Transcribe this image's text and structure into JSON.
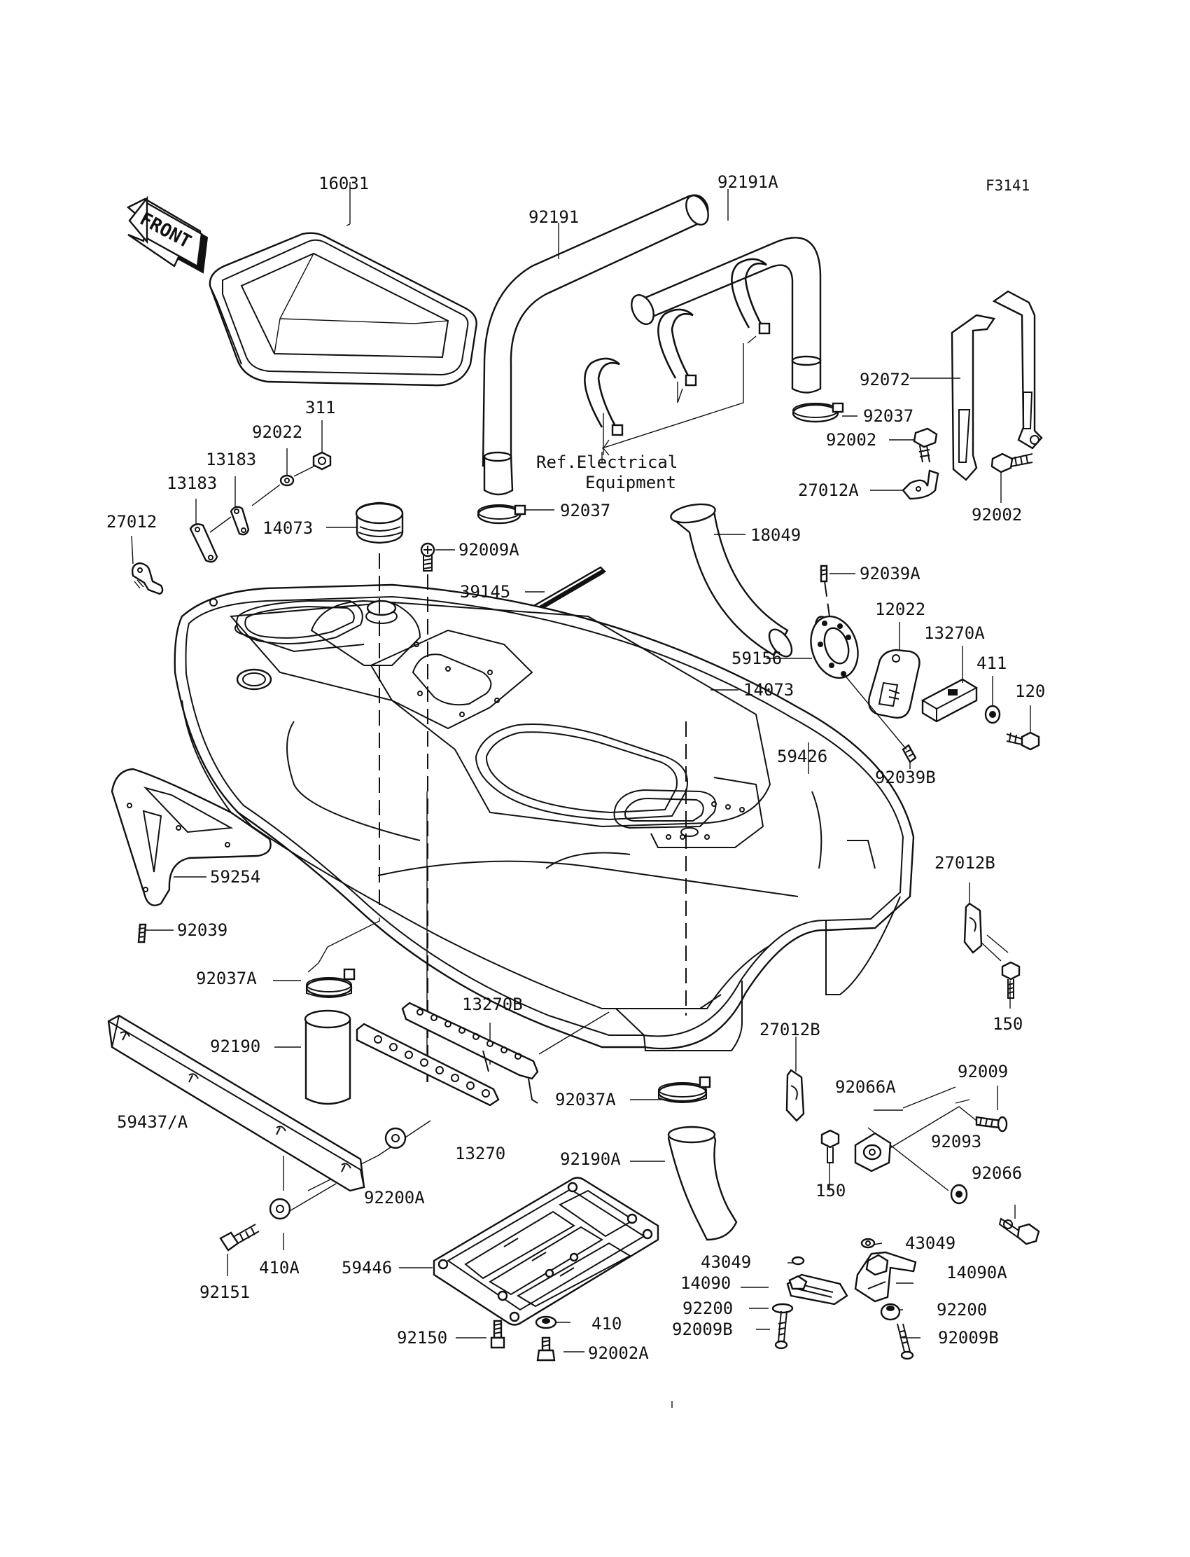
{
  "figure_code": "F3141",
  "front_label": "FRONT",
  "ref_note": [
    "Ref.Electrical",
    "Equipment"
  ],
  "labels": [
    {
      "id": "l16031",
      "text": "16031"
    },
    {
      "id": "l92191a",
      "text": "92191A"
    },
    {
      "id": "l92191",
      "text": "92191"
    },
    {
      "id": "l92072",
      "text": "92072"
    },
    {
      "id": "l92037a",
      "text": "92037"
    },
    {
      "id": "l92002a",
      "text": "92002"
    },
    {
      "id": "l27012a",
      "text": "27012A"
    },
    {
      "id": "l92002b",
      "text": "92002"
    },
    {
      "id": "l311",
      "text": "311"
    },
    {
      "id": "l92022",
      "text": "92022"
    },
    {
      "id": "l13183a",
      "text": "13183"
    },
    {
      "id": "l13183b",
      "text": "13183"
    },
    {
      "id": "l27012",
      "text": "27012"
    },
    {
      "id": "l14073a",
      "text": "14073"
    },
    {
      "id": "l92037b",
      "text": "92037"
    },
    {
      "id": "l92009a",
      "text": "92009A"
    },
    {
      "id": "l18049",
      "text": "18049"
    },
    {
      "id": "l39145",
      "text": "39145"
    },
    {
      "id": "l92039a",
      "text": "92039A"
    },
    {
      "id": "l12022",
      "text": "12022"
    },
    {
      "id": "l13270a",
      "text": "13270A"
    },
    {
      "id": "l59156",
      "text": "59156"
    },
    {
      "id": "l411",
      "text": "411"
    },
    {
      "id": "l14073b",
      "text": "14073"
    },
    {
      "id": "l120",
      "text": "120"
    },
    {
      "id": "l59426",
      "text": "59426"
    },
    {
      "id": "l92039b",
      "text": "92039B"
    },
    {
      "id": "l27012b1",
      "text": "27012B"
    },
    {
      "id": "l59254",
      "text": "59254"
    },
    {
      "id": "l92039",
      "text": "92039"
    },
    {
      "id": "l92037a2",
      "text": "92037A"
    },
    {
      "id": "l150a",
      "text": "150"
    },
    {
      "id": "l13270b",
      "text": "13270B"
    },
    {
      "id": "l27012b2",
      "text": "27012B"
    },
    {
      "id": "l92190",
      "text": "92190"
    },
    {
      "id": "l92009",
      "text": "92009"
    },
    {
      "id": "l92066a",
      "text": "92066A"
    },
    {
      "id": "l92037a3",
      "text": "92037A"
    },
    {
      "id": "l59437",
      "text": "59437/A"
    },
    {
      "id": "l13270",
      "text": "13270"
    },
    {
      "id": "l92093",
      "text": "92093"
    },
    {
      "id": "l92190a",
      "text": "92190A"
    },
    {
      "id": "l150b",
      "text": "150"
    },
    {
      "id": "l92200a",
      "text": "92200A"
    },
    {
      "id": "l92066",
      "text": "92066"
    },
    {
      "id": "l43049a",
      "text": "43049"
    },
    {
      "id": "l43049b",
      "text": "43049"
    },
    {
      "id": "l410a",
      "text": "410A"
    },
    {
      "id": "l59446",
      "text": "59446"
    },
    {
      "id": "l14090",
      "text": "14090"
    },
    {
      "id": "l14090a",
      "text": "14090A"
    },
    {
      "id": "l92151",
      "text": "92151"
    },
    {
      "id": "l92200b",
      "text": "92200"
    },
    {
      "id": "l92200c",
      "text": "92200"
    },
    {
      "id": "l410",
      "text": "410"
    },
    {
      "id": "l92009b1",
      "text": "92009B"
    },
    {
      "id": "l92009b2",
      "text": "92009B"
    },
    {
      "id": "l92150",
      "text": "92150"
    },
    {
      "id": "l92002a2",
      "text": "92002A"
    }
  ]
}
